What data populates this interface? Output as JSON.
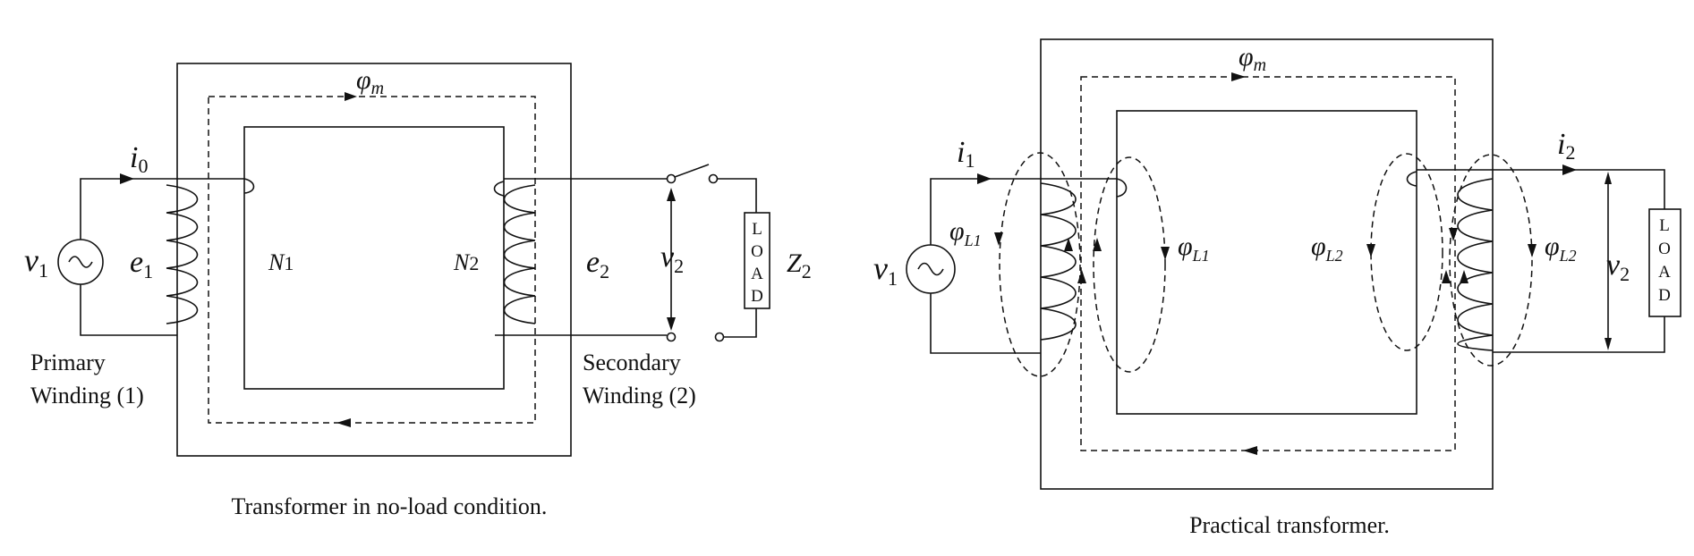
{
  "left": {
    "phi_main": "φ",
    "phi_main_sub": "m",
    "current": "i",
    "current_sub": "0",
    "source": "v",
    "source_sub": "1",
    "emf1": "e",
    "emf1_sub": "1",
    "n1": "N",
    "n1_sub": "1",
    "n2": "N",
    "n2_sub": "2",
    "emf2": "e",
    "emf2_sub": "2",
    "v2": "v",
    "v2_sub": "2",
    "z2": "Z",
    "z2_sub": "2",
    "load_letters": [
      "L",
      "O",
      "A",
      "D"
    ],
    "primary_line1": "Primary",
    "primary_line2": "Winding (1)",
    "secondary_line1": "Secondary",
    "secondary_line2": "Winding (2)",
    "caption": "Transformer in no-load condition."
  },
  "right": {
    "phi_main": "φ",
    "phi_main_sub": "m",
    "i1": "i",
    "i1_sub": "1",
    "i2": "i",
    "i2_sub": "2",
    "source": "v",
    "source_sub": "1",
    "v2": "v",
    "v2_sub": "2",
    "phi_l1": "φ",
    "phi_l1_sub": "L1",
    "phi_l2": "φ",
    "phi_l2_sub": "L2",
    "load_letters": [
      "L",
      "O",
      "A",
      "D"
    ],
    "caption": "Practical transformer."
  }
}
